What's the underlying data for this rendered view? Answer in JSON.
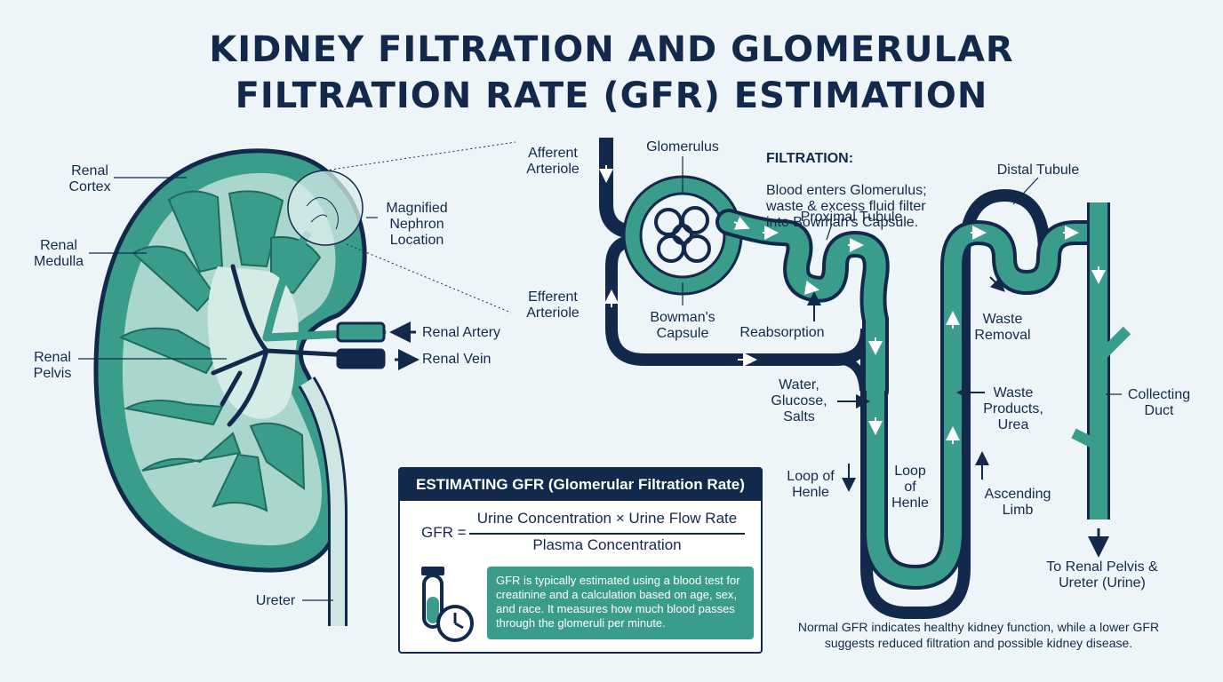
{
  "title": {
    "line1": "KIDNEY FILTRATION AND GLOMERULAR",
    "line2": "FILTRATION RATE (GFR) ESTIMATION"
  },
  "kidney_labels": {
    "renal_cortex": "Renal\nCortex",
    "renal_medulla": "Renal\nMedulla",
    "renal_pelvis": "Renal\nPelvis",
    "ureter": "Ureter",
    "magnified": "Magnified\nNephron\nLocation",
    "renal_artery": "Renal Artery",
    "renal_vein": "Renal Vein"
  },
  "nephron_labels": {
    "afferent": "Afferent\nArteriole",
    "efferent": "Efferent\nArteriole",
    "glomerulus": "Glomerulus",
    "bowmans": "Bowman's\nCapsule",
    "filtration_head": "FILTRATION:",
    "filtration_text": "Blood enters Glomerulus;\nwaste & excess fluid filter\ninto Bowman's Capsule.",
    "proximal": "Proximal Tubule",
    "distal": "Distal Tubule",
    "reabsorption": "Reabsorption",
    "waste_removal": "Waste\nRemoval",
    "water": "Water,\nGlucose,\nSalts",
    "waste_products": "Waste\nProducts,\nUrea",
    "loop_left": "Loop of\nHenle",
    "loop_center": "Loop\nof\nHenle",
    "ascending": "Ascending\nLimb",
    "collecting": "Collecting\nDuct",
    "to_pelvis": "To Renal Pelvis &\nUreter (Urine)"
  },
  "gfr_box": {
    "heading": "ESTIMATING GFR (Glomerular Filtration Rate)",
    "lhs": "GFR =",
    "numerator": "Urine Concentration × Urine Flow Rate",
    "denominator": "Plasma Concentration",
    "note": "GFR is typically estimated using a blood test for creatinine and a calculation based on age, sex, and race. It measures how much blood passes through the glomeruli per minute."
  },
  "footer_note": "Normal GFR indicates healthy kidney function, while a lower GFR suggests reduced filtration and possible kidney disease.",
  "colors": {
    "navy": "#13294b",
    "teal": "#3a9d8c",
    "teal_light": "#a9d6cd",
    "background": "#eef5f8"
  }
}
